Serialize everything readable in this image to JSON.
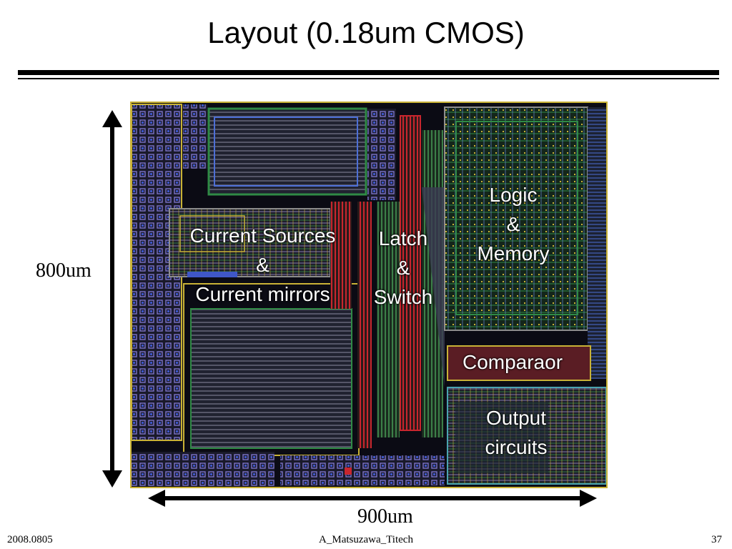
{
  "title": "Layout (0.18um CMOS)",
  "labels": {
    "current_sources": [
      "Current Sources",
      "&",
      "Current mirrors"
    ],
    "latch_switch": [
      "Latch",
      "&",
      "Switch"
    ],
    "logic_memory": [
      "Logic",
      "&",
      "Memory"
    ],
    "comparator": "Comparaor",
    "output_circuits": [
      "Output",
      "circuits"
    ]
  },
  "dimensions": {
    "height": "800um",
    "width": "900um"
  },
  "footer": {
    "date": "2008.0805",
    "author": "A_Matsuzawa_Titech",
    "page": "37"
  },
  "colors": {
    "background": "#0b0b14",
    "metal_blue": "#4d6fd6",
    "poly_red": "#c8262e",
    "diff_green": "#2f8a45",
    "ring_yellow": "#c9b236",
    "violet": "#8d6fc0",
    "grey": "#8c8c8c"
  }
}
